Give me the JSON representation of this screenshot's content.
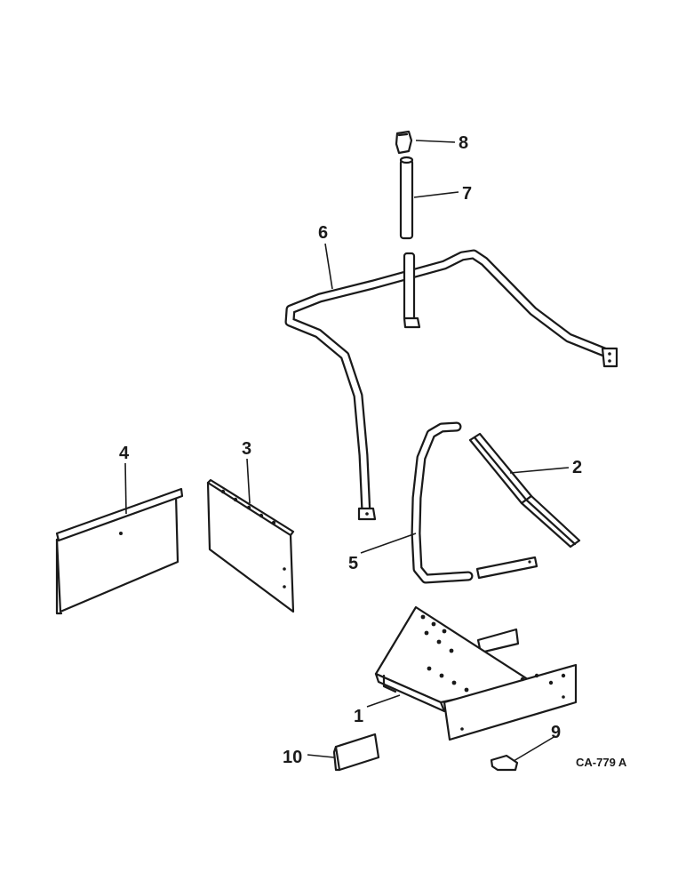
{
  "callouts": {
    "c1": "1",
    "c2": "2",
    "c3": "3",
    "c4": "4",
    "c5": "5",
    "c6": "6",
    "c7": "7",
    "c8": "8",
    "c9": "9",
    "c10": "10"
  },
  "drawing_code": "CA-779 A",
  "colors": {
    "ink": "#1a1a1a",
    "paper": "#ffffff"
  }
}
